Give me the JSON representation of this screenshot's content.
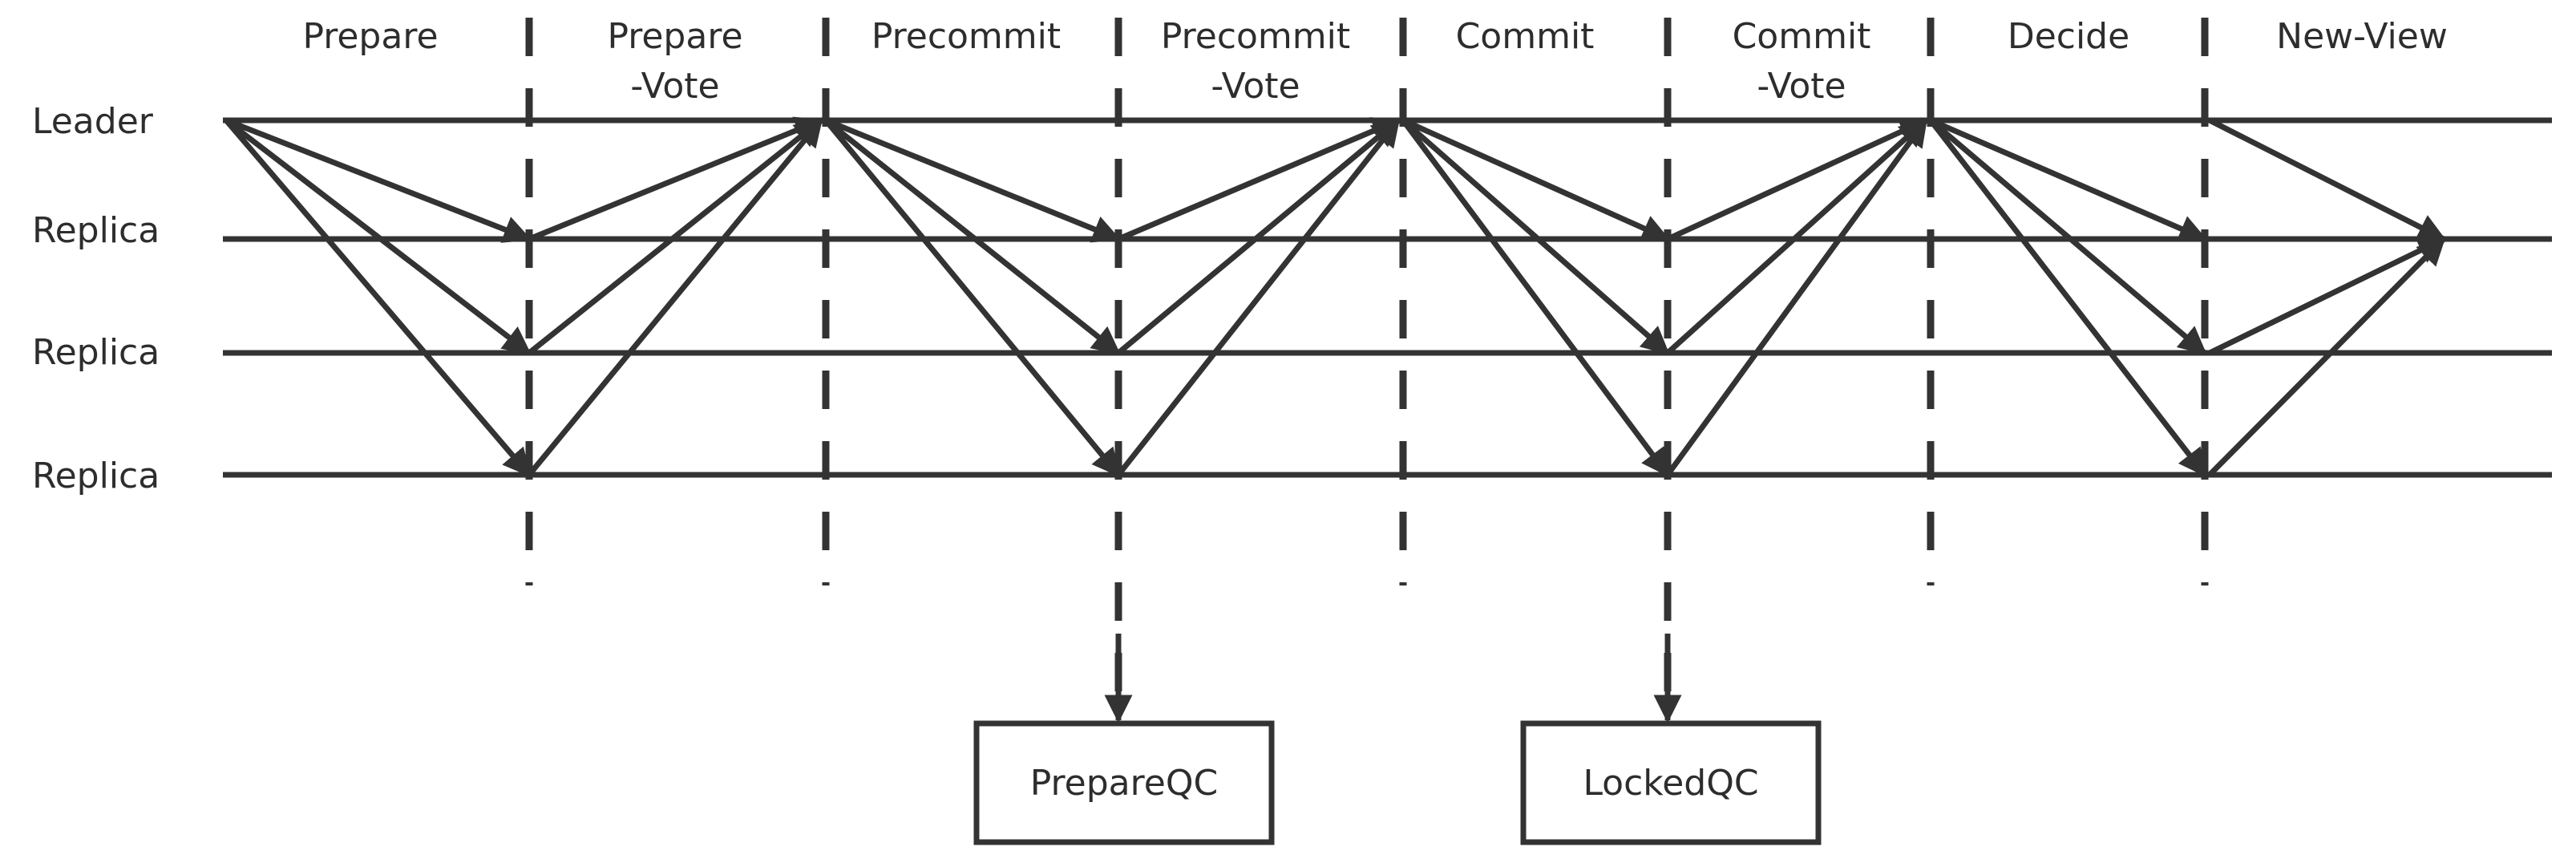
{
  "phases": [
    {
      "line1": "Prepare",
      "line2": ""
    },
    {
      "line1": "Prepare",
      "line2": "-Vote"
    },
    {
      "line1": "Precommit",
      "line2": ""
    },
    {
      "line1": "Precommit",
      "line2": "-Vote"
    },
    {
      "line1": "Commit",
      "line2": ""
    },
    {
      "line1": "Commit",
      "line2": "-Vote"
    },
    {
      "line1": "Decide",
      "line2": ""
    },
    {
      "line1": "New-View",
      "line2": ""
    }
  ],
  "roles": [
    "Leader",
    "Replica",
    "Replica",
    "Replica"
  ],
  "qc_boxes": [
    {
      "label": "PrepareQC"
    },
    {
      "label": "LockedQC"
    }
  ],
  "colors": {
    "line": "#333333",
    "text": "#2d2d2d",
    "background": "#ffffff"
  }
}
